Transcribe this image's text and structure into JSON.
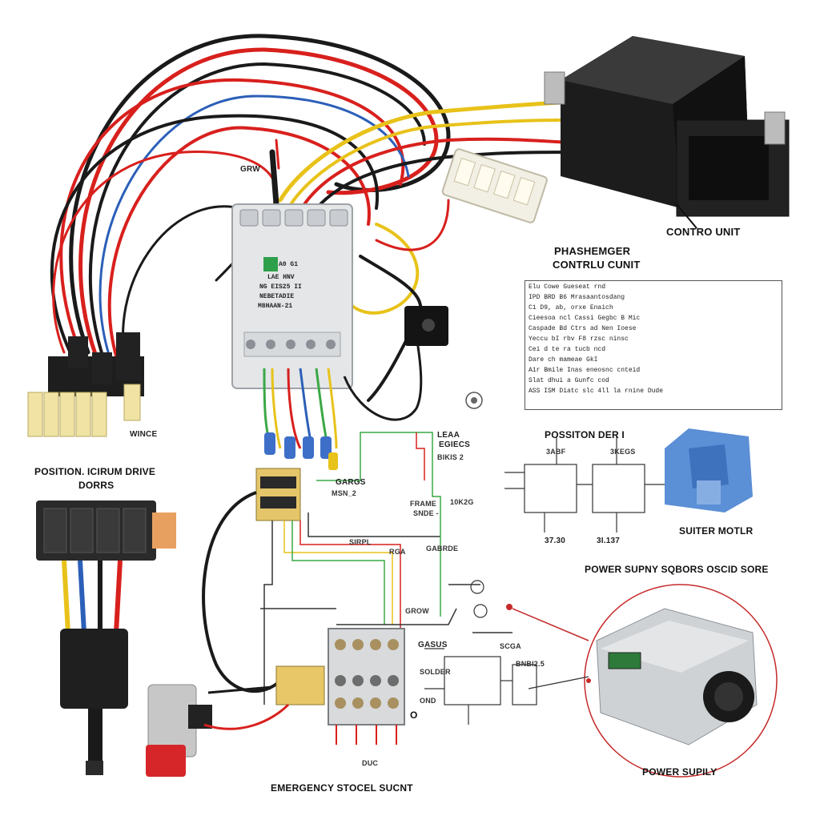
{
  "labels": {
    "top_wire": "GRW",
    "control_unit": "CONTRO UNIT",
    "phase_title_1": "PHASHEMGER",
    "phase_title_2": "CONTRLU CUNIT",
    "winch": "WINCE",
    "position_drive_1": "POSITION. ICIRUM DRIVE",
    "position_drive_2": "DORRS",
    "position_der": "POSSITON DER I",
    "leaa_1": "LEAA",
    "leaa_2": "EGIECS",
    "leaa_3": "BIKIS 2",
    "gargs_1": "GARGS",
    "gargs_2": "MSN_2",
    "frame_1": "FRAME",
    "frame_2": "SNDE -",
    "frame_3": "10K2G",
    "simple": "SIRPL",
    "rga": "RGA",
    "garde": "GABRDE",
    "grow": "GROW",
    "gasus": "GASUS",
    "solder": "SOLDER",
    "ond": "OND",
    "svgba": "SCGA",
    "bnbi": "BNBI2.5",
    "dut": "DUC",
    "zero": "O",
    "sensor_1": "3ABF",
    "sensor_2": "3KEGS",
    "val_1": "37.30",
    "val_2": "3I.137",
    "sutter_motor": "SUITER MOTLR",
    "power_sensor": "POWER SUPNY SQBORS OSCID SORE",
    "power_supply": "POWER SUPILY",
    "emergency": "EMERGENCY STOCEL SUCNT",
    "relay_line_1": "LAE HNV",
    "relay_line_2": "NG EIS25 II",
    "relay_line_3": "NEBETADIE",
    "relay_line_4": "M8HAAN-21",
    "relay_label": "A0 G1"
  },
  "table": {
    "rows": [
      "Elu  Cowe Gueseat  rnd",
      "IPD  BRD  B6 Mrasaantosdang",
      "C1 D9, ab, orxe   Enaich",
      "Cieesoa  ncl  Cassi  Gegbc  B  Mic",
      "Caspade Bd  Ctrs ad Nen  Ioese",
      "Yeccu  bI rbv  F8  rzsc  ninsc",
      "Cei d te  ra  tucb  ncd",
      "Dare  ch  mameae  GkI",
      "A1r  Bmile  Inas  eneosnc  cnteid",
      "Slat dhui  a  Gunfc  cod",
      "ASS ISM  Diatc  slc  4ll  la  rnine  Dude"
    ]
  },
  "colors": {
    "red_wire": "#d8201d",
    "black_wire": "#1a1a1a",
    "yellow_wire": "#e8c21a",
    "blue_wire": "#2b5fb8",
    "green_wire": "#3aa845",
    "relay_body": "#e4e6e8",
    "motor_blue": "#5b8fd6",
    "accent_circle": "#c62a2a"
  }
}
